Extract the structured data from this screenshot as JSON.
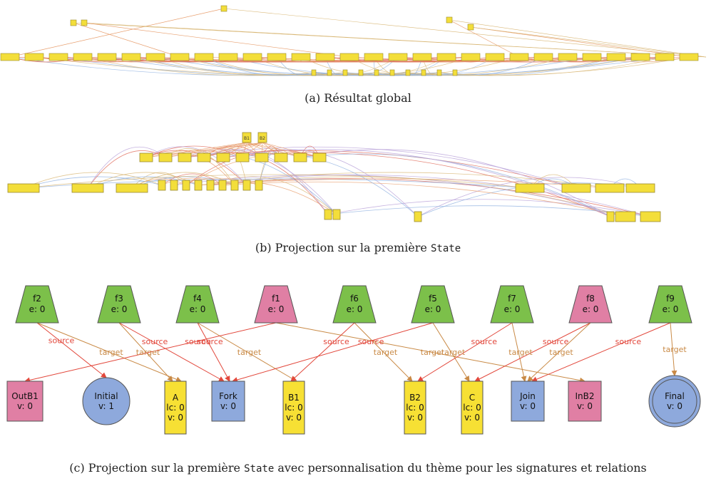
{
  "captions": {
    "a": "(a) Résultat global",
    "b_pre": "(b) Projection sur la première ",
    "b_code": "State",
    "c_pre": "(c) Projection sur la première ",
    "c_code": "State",
    "c_post": " avec personnalisation du thème pour les signatures et relations"
  },
  "colors": {
    "green": "#7cc04a",
    "pink": "#e07fa4",
    "blue": "#8ea9dc",
    "yellow": "#f7e034",
    "source": "#e2473b",
    "target": "#c98a46",
    "mini_box": "#f3de3a"
  },
  "panel_c": {
    "fields": [
      {
        "id": "f2",
        "label": "f2",
        "value": "e: 0",
        "kind": "green"
      },
      {
        "id": "f3",
        "label": "f3",
        "value": "e: 0",
        "kind": "green"
      },
      {
        "id": "f4",
        "label": "f4",
        "value": "e: 0",
        "kind": "green"
      },
      {
        "id": "f1",
        "label": "f1",
        "value": "e: 0",
        "kind": "pink"
      },
      {
        "id": "f6",
        "label": "f6",
        "value": "e: 0",
        "kind": "green"
      },
      {
        "id": "f5",
        "label": "f5",
        "value": "e: 0",
        "kind": "green"
      },
      {
        "id": "f7",
        "label": "f7",
        "value": "e: 0",
        "kind": "green"
      },
      {
        "id": "f8",
        "label": "f8",
        "value": "e: 0",
        "kind": "pink"
      },
      {
        "id": "f9",
        "label": "f9",
        "value": "e: 0",
        "kind": "green"
      }
    ],
    "nodes": [
      {
        "id": "OutB1",
        "lines": [
          "OutB1",
          "v: 0"
        ],
        "shape": "rect",
        "kind": "pink"
      },
      {
        "id": "Initial",
        "lines": [
          "Initial",
          "v: 1"
        ],
        "shape": "circle",
        "kind": "blue"
      },
      {
        "id": "A",
        "lines": [
          "A",
          "lc: 0",
          "v: 0"
        ],
        "shape": "rect",
        "kind": "yellow"
      },
      {
        "id": "Fork",
        "lines": [
          "Fork",
          "v: 0"
        ],
        "shape": "rect",
        "kind": "blue"
      },
      {
        "id": "B1",
        "lines": [
          "B1",
          "lc: 0",
          "v: 0"
        ],
        "shape": "rect",
        "kind": "yellow"
      },
      {
        "id": "B2",
        "lines": [
          "B2",
          "lc: 0",
          "v: 0"
        ],
        "shape": "rect",
        "kind": "yellow"
      },
      {
        "id": "C",
        "lines": [
          "C",
          "lc: 0",
          "v: 0"
        ],
        "shape": "rect",
        "kind": "yellow"
      },
      {
        "id": "Join",
        "lines": [
          "Join",
          "v: 0"
        ],
        "shape": "rect",
        "kind": "blue"
      },
      {
        "id": "InB2",
        "lines": [
          "InB2",
          "v: 0"
        ],
        "shape": "rect",
        "kind": "pink"
      },
      {
        "id": "Final",
        "lines": [
          "Final",
          "v: 0"
        ],
        "shape": "double-circle",
        "kind": "blue"
      }
    ],
    "edges": [
      {
        "from": "f2",
        "to": "Initial",
        "type": "source",
        "label": "source"
      },
      {
        "from": "f2",
        "to": "A",
        "type": "target",
        "label": "target"
      },
      {
        "from": "f3",
        "to": "Fork",
        "type": "source",
        "label": "source"
      },
      {
        "from": "f3",
        "to": "A",
        "type": "target",
        "label": "target"
      },
      {
        "from": "f4",
        "to": "Fork",
        "type": "source",
        "label": "source"
      },
      {
        "from": "f4",
        "to": "B1",
        "type": "target",
        "label": "target"
      },
      {
        "from": "f1",
        "to": "OutB1",
        "type": "source",
        "label": "source"
      },
      {
        "from": "f1",
        "to": "InB2",
        "type": "target",
        "label": "target"
      },
      {
        "from": "f6",
        "to": "B1",
        "type": "source",
        "label": "source"
      },
      {
        "from": "f6",
        "to": "B2",
        "type": "target",
        "label": "target"
      },
      {
        "from": "f5",
        "to": "Fork",
        "type": "source",
        "label": "source"
      },
      {
        "from": "f5",
        "to": "C",
        "type": "target",
        "label": "target"
      },
      {
        "from": "f7",
        "to": "B2",
        "type": "source",
        "label": "source"
      },
      {
        "from": "f7",
        "to": "Join",
        "type": "target",
        "label": "target"
      },
      {
        "from": "f8",
        "to": "C",
        "type": "source",
        "label": "source"
      },
      {
        "from": "f8",
        "to": "Join",
        "type": "target",
        "label": "target"
      },
      {
        "from": "f9",
        "to": "Join",
        "type": "source",
        "label": "source"
      },
      {
        "from": "f9",
        "to": "Final",
        "type": "target",
        "label": "target"
      }
    ]
  },
  "panel_b": {
    "top_nodes": [
      "B1",
      "B2"
    ],
    "row1_count": 10,
    "row2_count": 9,
    "left_boxes": 3,
    "right_boxes": 4,
    "bottom_boxes": 6
  },
  "panel_a": {
    "row_count": 29,
    "bottom_count": 10
  }
}
